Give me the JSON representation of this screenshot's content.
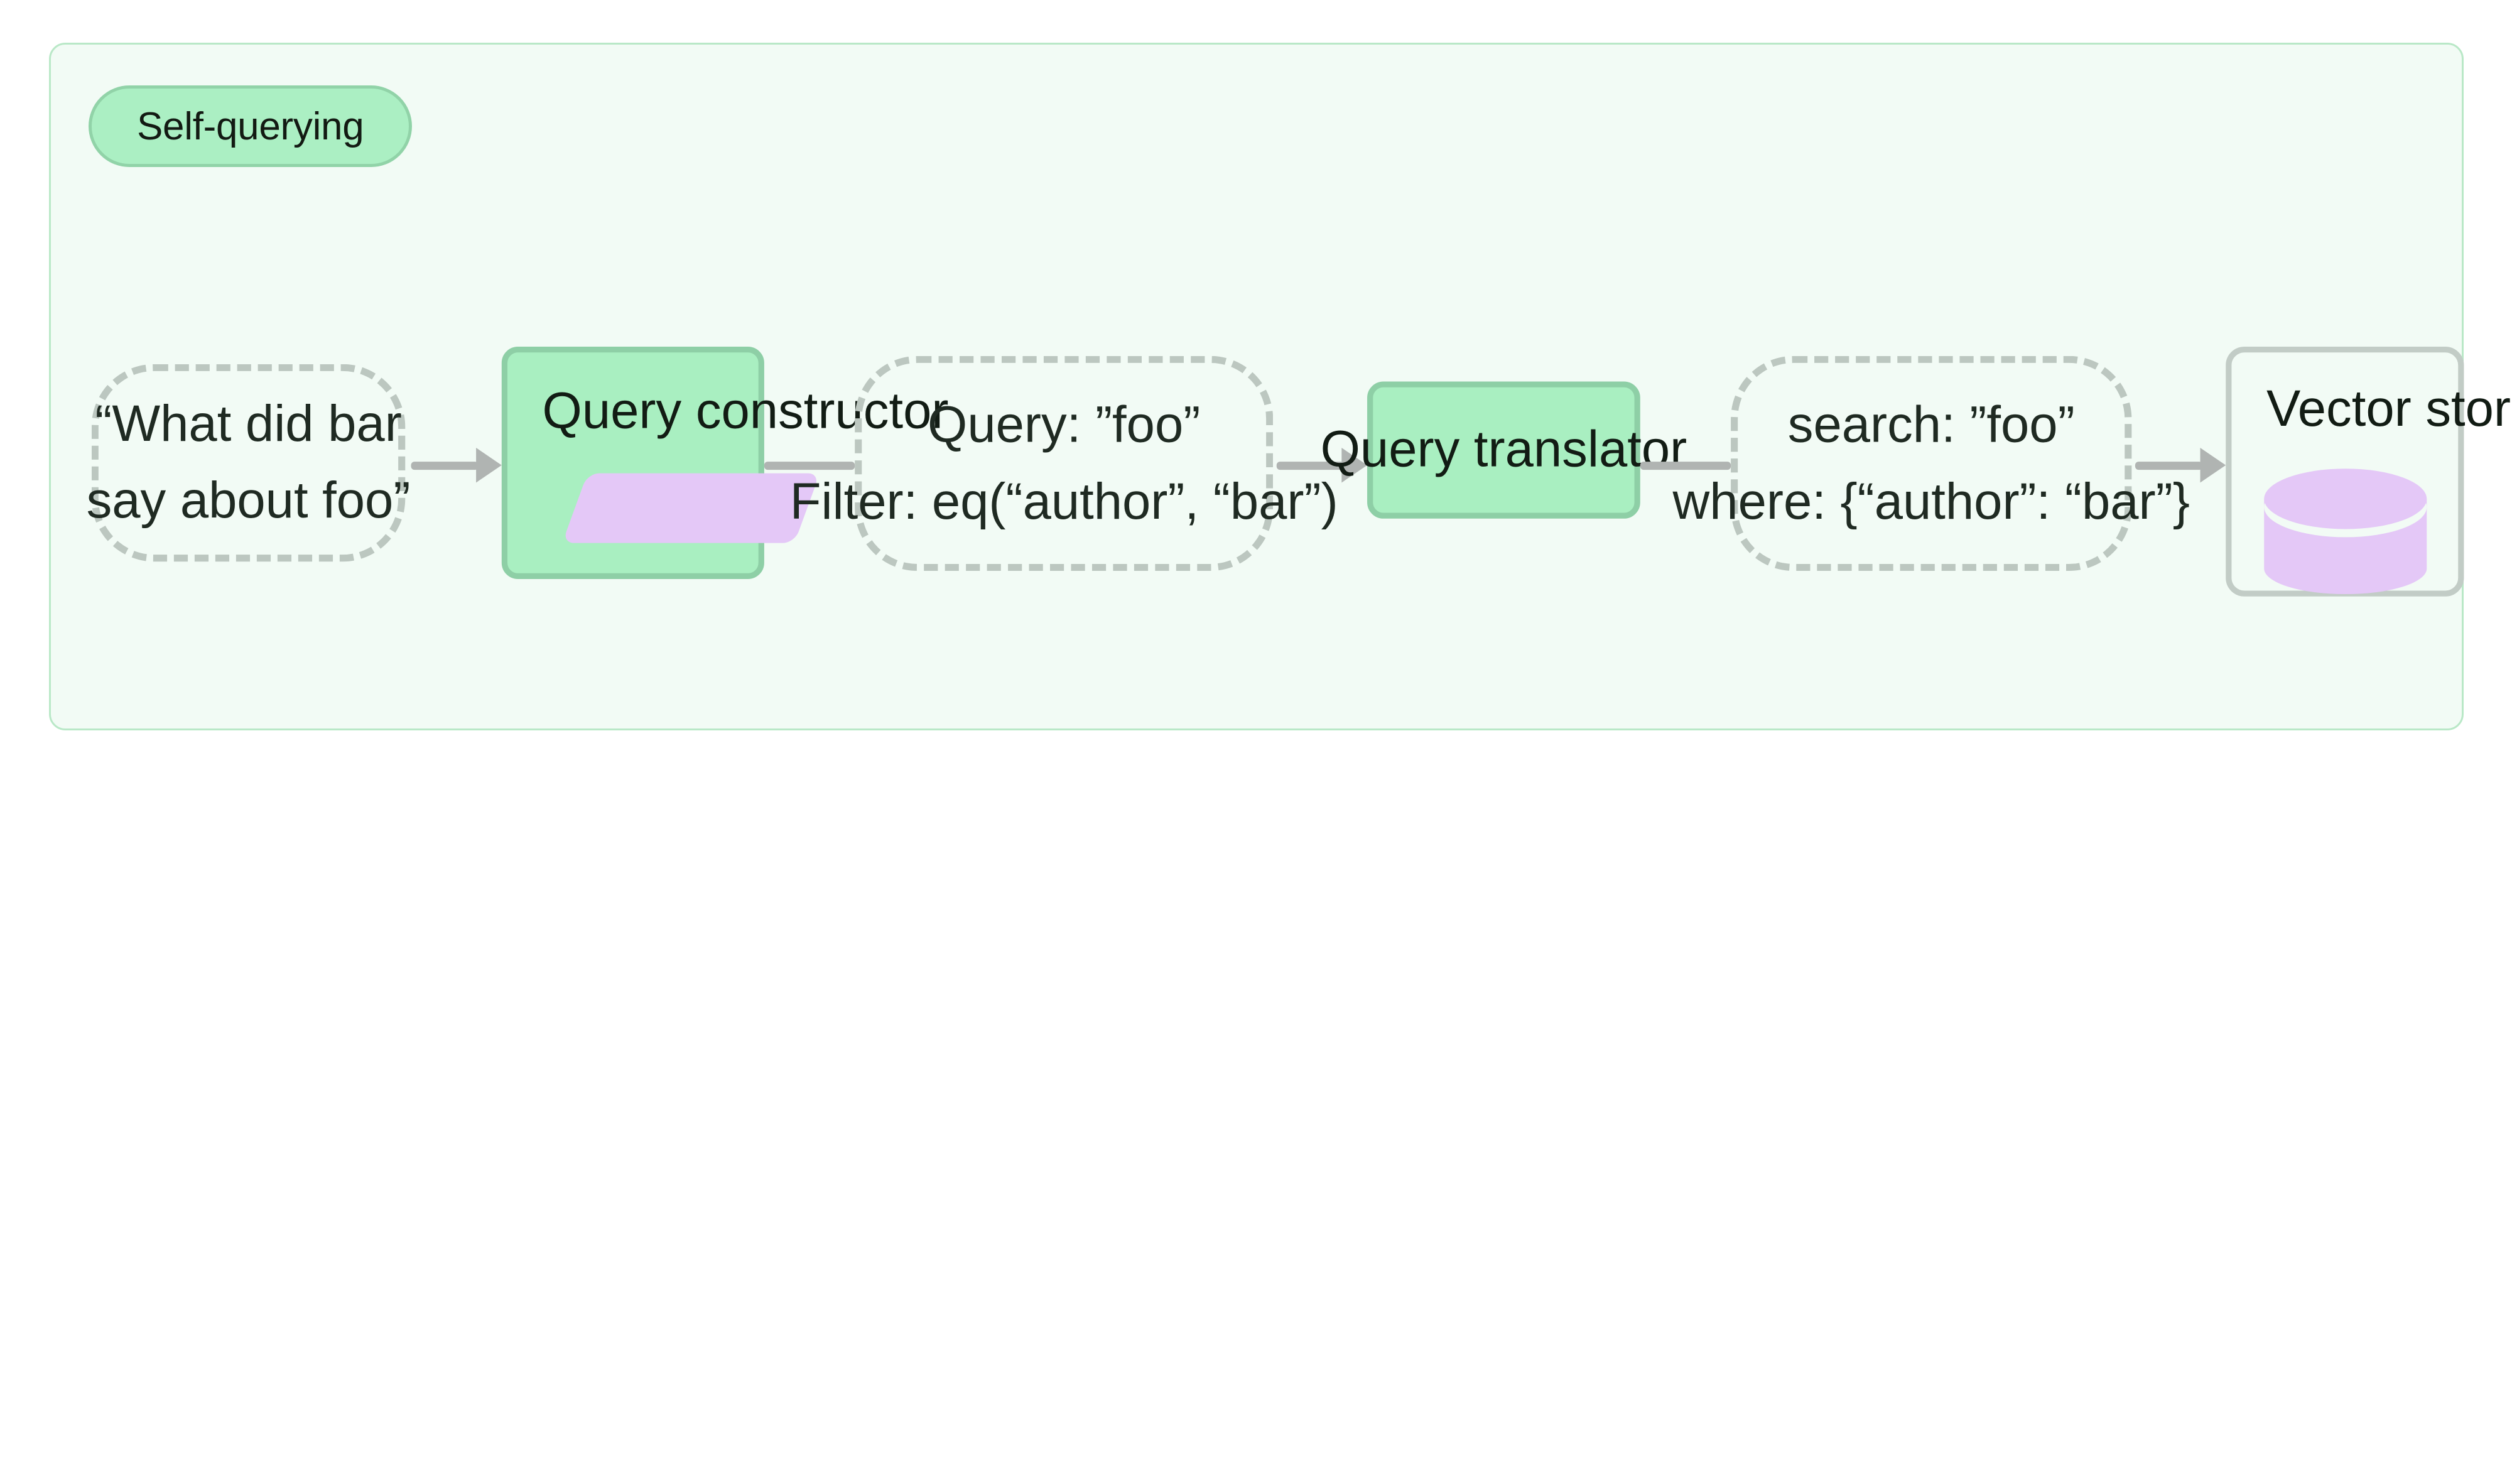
{
  "diagram": {
    "title": "Self-querying",
    "background_color": "#f2fbf5",
    "border_color": "#b9e8c7",
    "accent_green": "#a9efc1",
    "accent_purple": "#e4c8f7",
    "connector_color": "#b0b4b2",
    "dashed_border_color": "#bcc7c0"
  },
  "nodes": {
    "user_question": {
      "type": "dashed",
      "line1": "“What did bar",
      "line2": "say about foo”"
    },
    "query_constructor": {
      "type": "green",
      "label": "Query constructor",
      "icon": "parallelogram-shape"
    },
    "structured_query": {
      "type": "dashed",
      "line1": "Query: ”foo”",
      "line2": "Filter: eq(“author”, “bar”)"
    },
    "query_translator": {
      "type": "green",
      "label": "Query translator"
    },
    "native_query": {
      "type": "dashed",
      "line1": "search: ”foo”",
      "line2": "where: {“author”: “bar”}"
    },
    "vector_store": {
      "type": "outline",
      "label": "Vector store",
      "icon": "database-cylinder-icon"
    }
  },
  "connectors": [
    {
      "from": "user_question",
      "to": "query_constructor",
      "arrowhead": true
    },
    {
      "from": "query_constructor",
      "to": "structured_query",
      "arrowhead": false
    },
    {
      "from": "structured_query",
      "to": "query_translator",
      "arrowhead": true
    },
    {
      "from": "query_translator",
      "to": "native_query",
      "arrowhead": false
    },
    {
      "from": "native_query",
      "to": "vector_store",
      "arrowhead": true
    }
  ]
}
